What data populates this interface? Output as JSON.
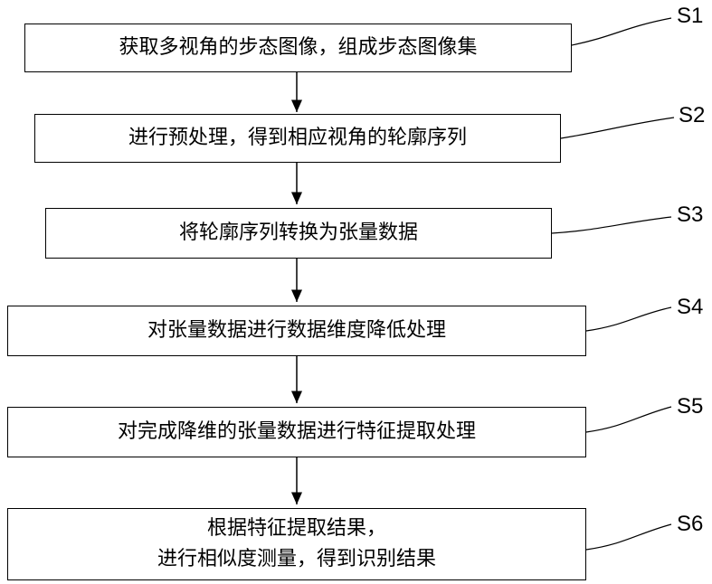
{
  "steps": [
    {
      "id": "S1",
      "lines": [
        "获取多视角的步态图像，组成步态图像集"
      ]
    },
    {
      "id": "S2",
      "lines": [
        "进行预处理，得到相应视角的轮廓序列"
      ]
    },
    {
      "id": "S3",
      "lines": [
        "将轮廓序列转换为张量数据"
      ]
    },
    {
      "id": "S4",
      "lines": [
        "对张量数据进行数据维度降低处理"
      ]
    },
    {
      "id": "S5",
      "lines": [
        "对完成降维的张量数据进行特征提取处理"
      ]
    },
    {
      "id": "S6",
      "lines": [
        "根据特征提取结果，",
        "进行相似度测量，得到识别结果"
      ]
    }
  ]
}
